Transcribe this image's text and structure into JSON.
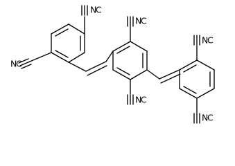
{
  "labels": [
    {
      "key": "c1",
      "text": "N",
      "subtext": "C"
    },
    {
      "key": "c2",
      "text": "N",
      "subtext": "C"
    },
    {
      "key": "c3",
      "text": "N",
      "subtext": "C"
    },
    {
      "key": "c4",
      "text": "N",
      "subtext": "C"
    },
    {
      "key": "c5",
      "text": "N",
      "subtext": "C"
    },
    {
      "key": "c6",
      "text": "N",
      "subtext": "C"
    }
  ]
}
